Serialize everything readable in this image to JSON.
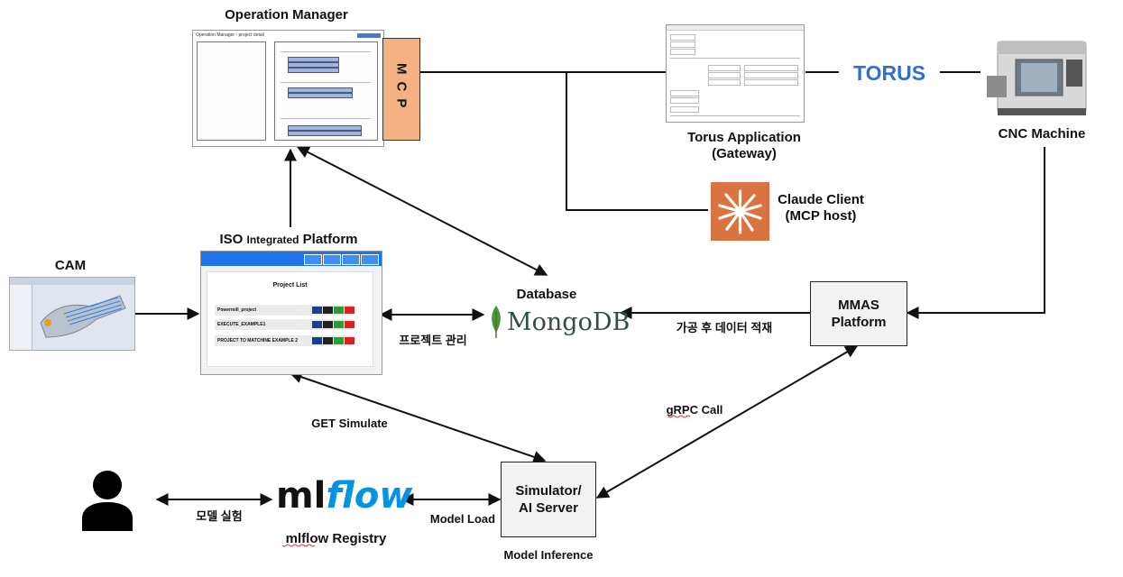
{
  "operation_manager": {
    "title": "Operation Manager",
    "mcp_label": "MCP",
    "window_title": "Operation Manager - project detail"
  },
  "torus": {
    "app_label_line1": "Torus Application",
    "app_label_line2": "(Gateway)",
    "logo_text": "TORUS"
  },
  "cnc": {
    "label": "CNC Machine"
  },
  "claude": {
    "label_line1": "Claude Client",
    "label_line2": "(MCP host)"
  },
  "cam": {
    "label": "CAM"
  },
  "iso": {
    "label_prefix": "ISO",
    "label_small": "Integrated",
    "label_suffix": "Platform",
    "card_title": "Project List",
    "projects": [
      "Powermill_project",
      "EXECUTE_EXAMPLE1",
      "PROJECT TO MATCHINE EXAMPLE 2"
    ]
  },
  "database": {
    "label": "Database",
    "logo_text": "MongoDB"
  },
  "mmas": {
    "line1": "MMAS",
    "line2": "Platform"
  },
  "simulator": {
    "line1": "Simulator/",
    "line2": "AI Server",
    "caption": "Model Inference"
  },
  "mlflow": {
    "logo_ml": "ml",
    "logo_flow": "flow",
    "label": "mlflow Registry"
  },
  "edges": {
    "project_mgmt": "프로젝트 관리",
    "post_process": "가공 후 데이터 적재",
    "get_simulate": "GET Simulate",
    "grpc": "gRPC Call",
    "model_load": "Model Load",
    "model_experiment": "모델 실험"
  },
  "colors": {
    "mcp_fill": "#f4b183",
    "claude": "#d9733f",
    "torus": "#2f6fd1",
    "mongo_leaf": "#3f9c35",
    "mlflow_blue": "#0194e2"
  }
}
